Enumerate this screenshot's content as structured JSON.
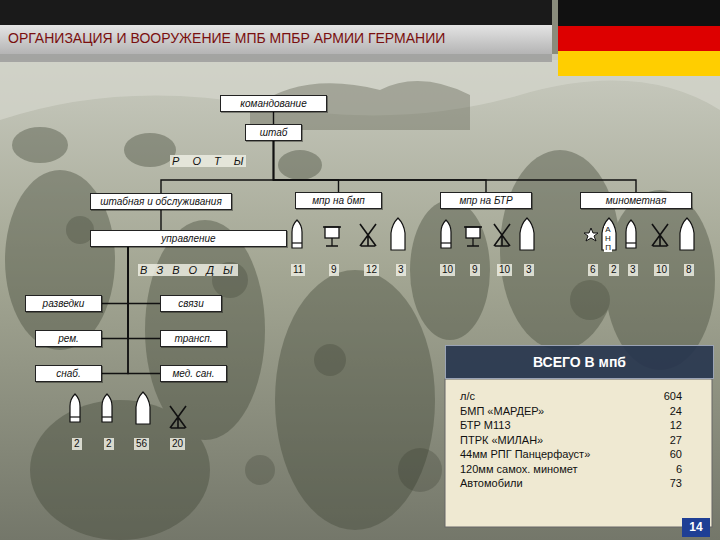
{
  "diagram": {
    "title": "ОРГАНИЗАЦИЯ И ВООРУЖЕНИЕ МПБ МПБР АРМИИ ГЕРМАНИИ",
    "nodes": [
      {
        "text": [
          "командование"
        ]
      },
      {
        "text": [
          "штаб"
        ]
      },
      {
        "text": [
          "штабная и обслуживания"
        ]
      },
      {
        "text": [
          "мпр на бмп"
        ]
      },
      {
        "text": [
          "мпр на БТР"
        ]
      },
      {
        "text": [
          "минометная"
        ]
      },
      {
        "text": [
          "управление"
        ]
      },
      {
        "text": [
          "разведки"
        ]
      },
      {
        "text": [
          "связи"
        ]
      },
      {
        "text": [
          "рем."
        ]
      },
      {
        "text": [
          "трансп."
        ]
      },
      {
        "text": [
          "снаб."
        ]
      },
      {
        "text": [
          "мед. сан."
        ]
      },
      {
        "text": [
          "ВСЕГО В мпб"
        ]
      }
    ],
    "edges": [
      {
        "from": 0,
        "to": 1,
        "arrow": "none"
      },
      {
        "from": 1,
        "to": 2,
        "arrow": "none"
      },
      {
        "from": 1,
        "to": 3,
        "arrow": "none"
      },
      {
        "from": 1,
        "to": 4,
        "arrow": "none"
      },
      {
        "from": 1,
        "to": 5,
        "arrow": "none"
      },
      {
        "from": 2,
        "to": 6,
        "arrow": "none"
      },
      {
        "from": 6,
        "to": 7,
        "arrow": "none"
      },
      {
        "from": 6,
        "to": 8,
        "arrow": "none"
      },
      {
        "from": 6,
        "to": 9,
        "arrow": "none"
      },
      {
        "from": 6,
        "to": 10,
        "arrow": "none"
      },
      {
        "from": 6,
        "to": 11,
        "arrow": "none"
      },
      {
        "from": 6,
        "to": 12,
        "arrow": "none"
      }
    ],
    "labels": [
      "Р О Т Ы",
      "В З В О Д Ы",
      "11",
      "9",
      "12",
      "3",
      "10",
      "9",
      "10",
      "3",
      "АНП",
      "6",
      "2",
      "3",
      "10",
      "8",
      "2",
      "2",
      "56",
      "20",
      "л/с",
      "604",
      "БМП «МАРДЕР»",
      "24",
      "БТР М113",
      "12",
      "ПТРК «МИЛАН»",
      "27",
      "44мм РПГ Панцерфауст»",
      "60",
      "120мм самох. миномет",
      "6",
      "Автомобили",
      "73",
      "14"
    ]
  }
}
